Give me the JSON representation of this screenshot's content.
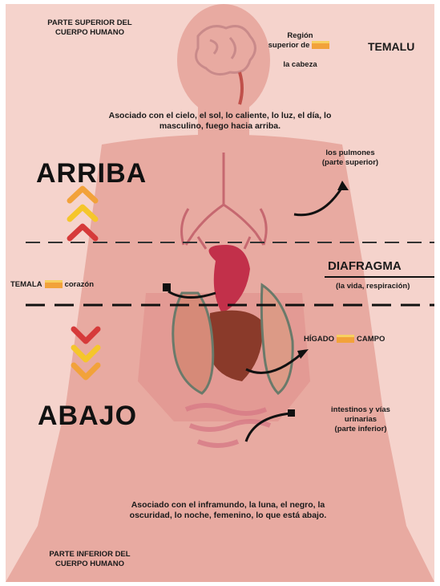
{
  "labels": {
    "top_left": "PARTE SUPERIOR DEL\nCUERPO HUMANO",
    "head_note_prefix": "Región\nsuperior de",
    "head_note_suffix": "la cabeza",
    "head_tag": "TEMALU",
    "above_note": "Asociado con el cielo, el sol, lo caliente, lo luz, el día, lo\nmasculino, fuego hacia arriba.",
    "arriba": "ARRIBA",
    "lungs_note": "los pulmones\n(parte superior)",
    "left_mid_prefix": "TEMALA",
    "left_mid_suffix": "corazón",
    "diafragma": "DIAFRAGMA",
    "diafragma_sub": "(la vida, respiración)",
    "right_mid_prefix": "HÍGADO",
    "right_mid_suffix": "CAMPO",
    "abajo": "ABAJO",
    "abdomen_note": "intestinos y vías\nurinarias\n(parte inferior)",
    "below_note": "Asociado con el inframundo, la luna, el negro, la\noscuridad, lo noche, femenino, lo que está abajo.",
    "bottom_left": "PARTE INFERIOR DEL\nCUERPO HUMANO"
  },
  "colors": {
    "background": "#f5d3cc",
    "body": "#e9a8a0",
    "accent_orange": "#f2a23a",
    "accent_red": "#d63a3a",
    "accent_yellow": "#f5c62b",
    "heart": "#c2304a",
    "liver": "#8a3a2a"
  }
}
